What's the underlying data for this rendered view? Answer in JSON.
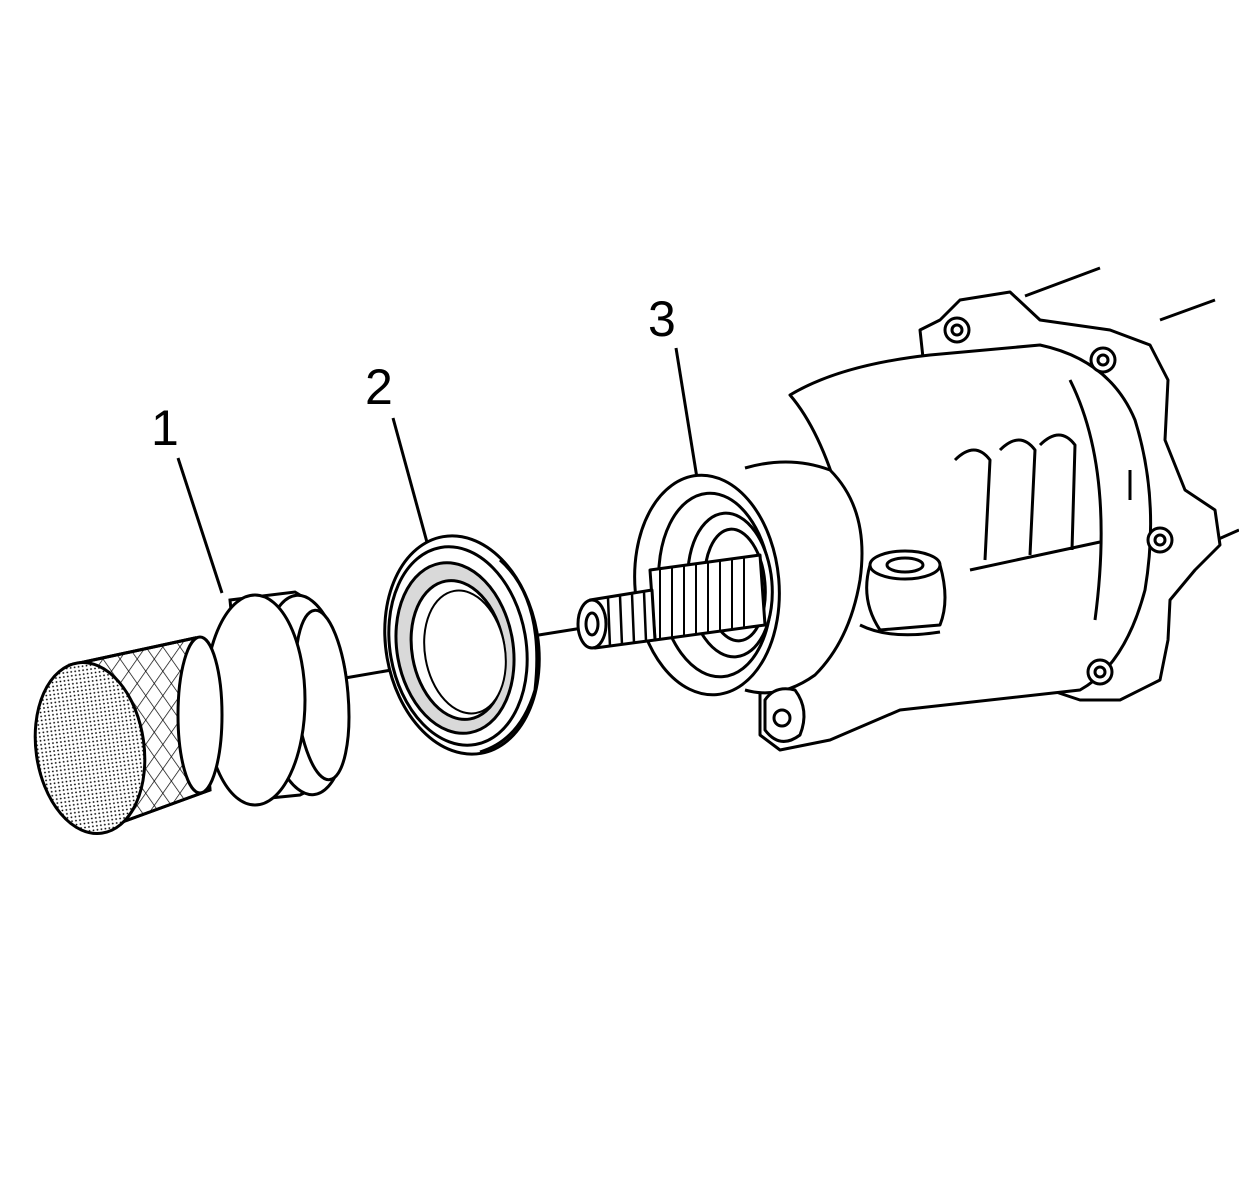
{
  "callouts": {
    "c1": "1",
    "c2": "2",
    "c3": "3"
  },
  "colors": {
    "line": "#000000",
    "fill": "#ffffff",
    "shade": "#d9d9d9"
  },
  "parts": [
    "seal-installer-tool",
    "oil-seal",
    "transfer-case-housing"
  ]
}
